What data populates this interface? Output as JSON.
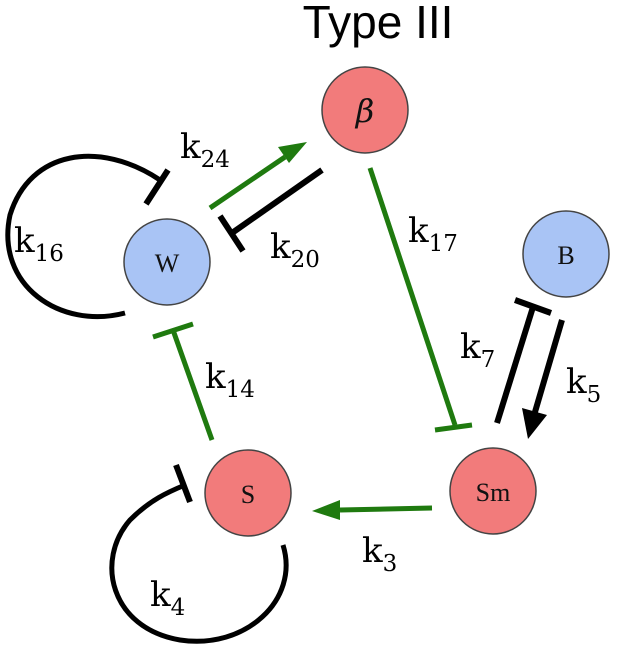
{
  "title": "Type III",
  "colors": {
    "red_node": "#f27b7b",
    "blue_node": "#a9c4f5",
    "activation": "#1f7a0f",
    "inhibition_black": "#000000"
  },
  "nodes": {
    "beta": "β",
    "w": "W",
    "b": "B",
    "s": "S",
    "sm": "Sm"
  },
  "edges": {
    "k24": {
      "base": "k",
      "sub": "24"
    },
    "k20": {
      "base": "k",
      "sub": "20"
    },
    "k16": {
      "base": "k",
      "sub": "16"
    },
    "k17": {
      "base": "k",
      "sub": "17"
    },
    "k14": {
      "base": "k",
      "sub": "14"
    },
    "k7": {
      "base": "k",
      "sub": "7"
    },
    "k5": {
      "base": "k",
      "sub": "5"
    },
    "k3": {
      "base": "k",
      "sub": "3"
    },
    "k4": {
      "base": "k",
      "sub": "4"
    }
  }
}
